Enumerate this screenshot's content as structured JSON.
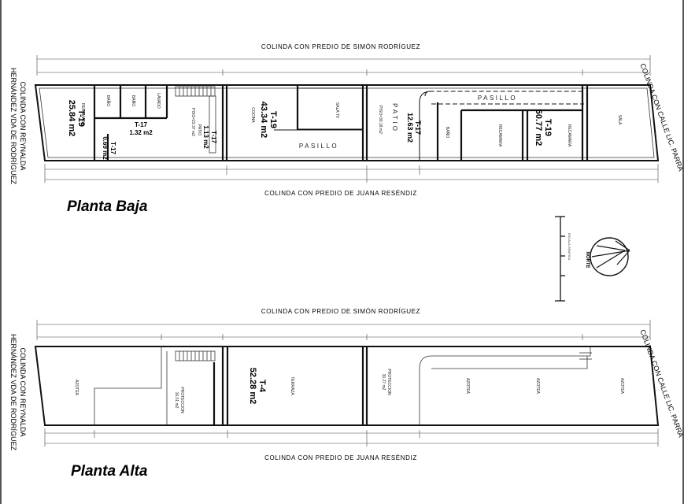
{
  "planta_baja": {
    "title": "Planta Baja",
    "top_neighbor": "COLINDA CON PREDIO DE SIMÓN RODRÍGUEZ",
    "bottom_neighbor": "COLINDA CON PREDIO DE JUANA RESÉNDIZ",
    "left_neighbor_line1": "COLINDA CON REYNALDA",
    "left_neighbor_line2": "HERNÁNDEZ VDA DE RODRÍGUEZ",
    "right_street": "COLINDA CON CALLE LIC. PARRA",
    "rooms": {
      "recamara_1": "RECAMARA",
      "bano_1": "BAÑO",
      "bano_2": "BAÑO",
      "lavado": "LAVADO",
      "patio_1": "PATIO",
      "piso_1": "PISO=23.37 m2",
      "cocina": "COCINA",
      "sala_tv": "SALA TV",
      "pasillo_1": "PASILLO",
      "patio_2": "PATIO",
      "piso_2": "PISO=30.18 m2",
      "bano_3": "BAÑO",
      "recamara_2": "RECAMARA",
      "recamara_3": "RECAMARA",
      "pasillo_2": "PASILLO",
      "sala": "SALA"
    },
    "tags": {
      "t19_a_code": "T-19",
      "t19_a_area": "25.84 m2",
      "t17_a_code": "T-17",
      "t17_a_area": "1.32 m2",
      "t17_b_code": "T-17",
      "t17_b_area": "0.69 m2",
      "t17_c_code": "T-17",
      "t17_c_area": "1.13 m2",
      "t19_b_code": "T-19",
      "t19_b_area": "43.34 m2",
      "t17_d_code": "T-17",
      "t17_d_area": "12.63 m2",
      "t19_c_code": "T-19",
      "t19_c_area": "50.77 m2"
    }
  },
  "planta_alta": {
    "title": "Planta Alta",
    "top_neighbor": "COLINDA CON PREDIO DE SIMÓN RODRÍGUEZ",
    "bottom_neighbor": "COLINDA CON PREDIO DE JUANA RESÉNDIZ",
    "left_neighbor_line1": "COLINDA CON REYNALDA",
    "left_neighbor_line2": "HERNÁNDEZ VDA DE RODRÍGUEZ",
    "right_street": "COLINDA CON CALLE LIC. PARRA",
    "rooms": {
      "azotea_1": "AZOTEA",
      "proteccion_1": "PROTECCION",
      "proteccion_1_area": "16.01 m2",
      "terraza": "TERRAZA",
      "proteccion_2": "PROTECCION",
      "proteccion_2_area": "30.27 m2",
      "azotea_2": "AZOTEA",
      "azotea_3": "AZOTEA",
      "azotea_4": "AZOTEA"
    },
    "tags": {
      "t4_code": "T-4",
      "t4_area": "52.28 m2"
    }
  },
  "north": {
    "label": "NORTE",
    "scale_label": "ESCALA GRAFICA"
  }
}
